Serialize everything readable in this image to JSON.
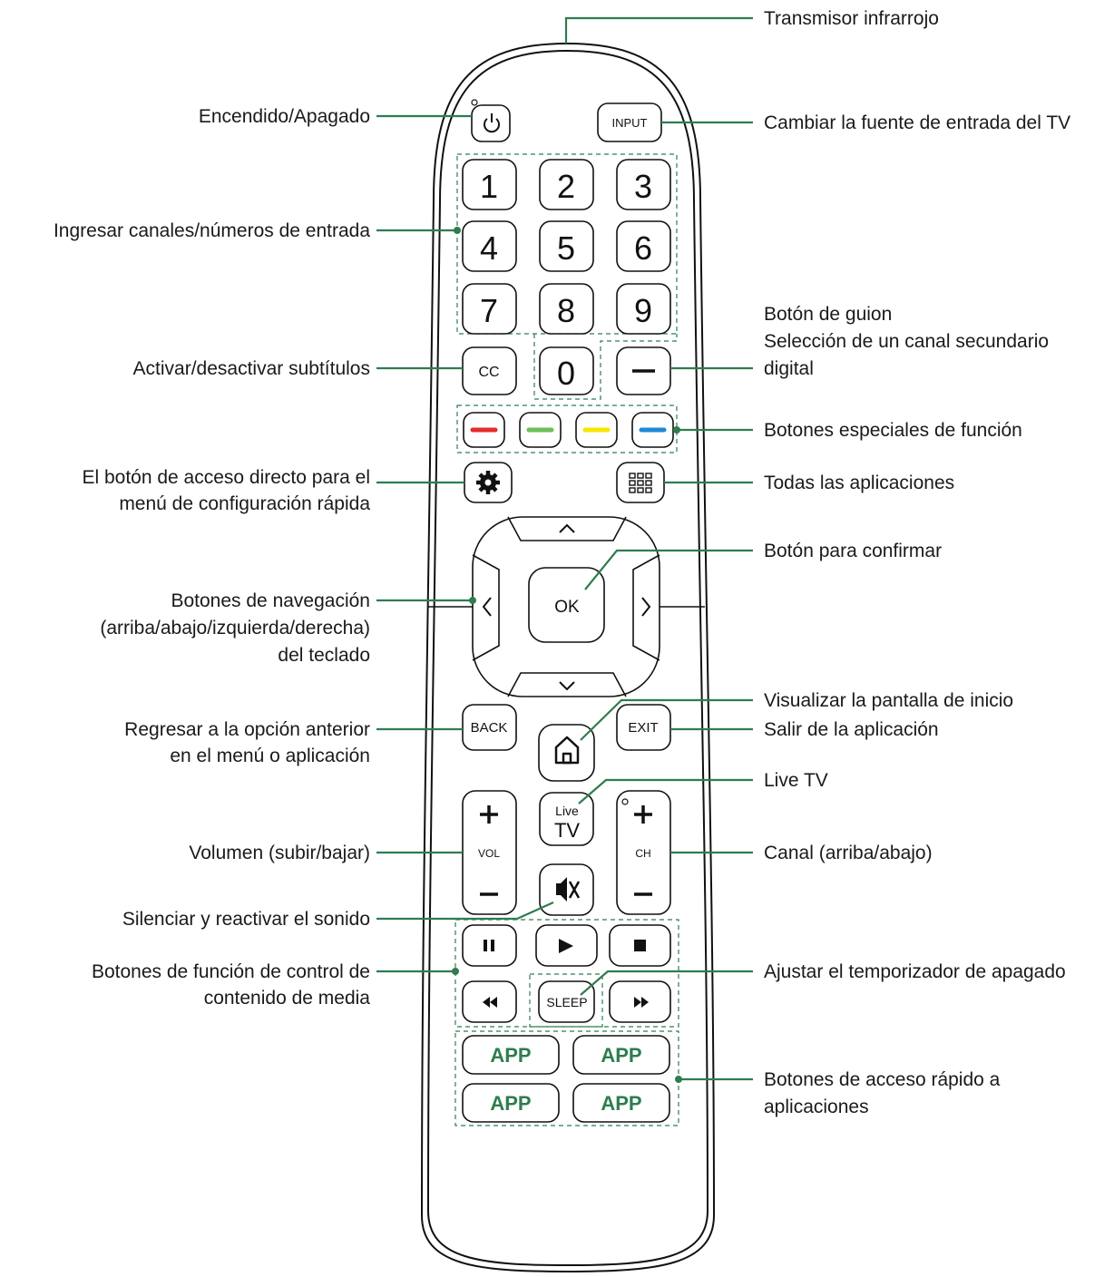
{
  "colors": {
    "leader": "#2e7d4f",
    "app_text": "#2e7d4f",
    "red": "#e32d2d",
    "green": "#6cbf5a",
    "yellow": "#f5e600",
    "blue": "#1e88d8"
  },
  "callouts": {
    "ir": "Transmisor infrarrojo",
    "power": "Encendido/Apagado",
    "input": "Cambiar la fuente de entrada del TV",
    "numbers": "Ingresar canales/números de entrada",
    "dash_lines": [
      "Botón de guion",
      "Selección de un canal secundario",
      "digital"
    ],
    "cc": "Activar/desactivar subtítulos",
    "color_keys": "Botones especiales de función",
    "settings_lines": [
      "El botón de acceso directo para el",
      "menú de configuración rápida"
    ],
    "all_apps": "Todas las aplicaciones",
    "ok": "Botón para confirmar",
    "nav_lines": [
      "Botones de navegación",
      "(arriba/abajo/izquierda/derecha)",
      "del teclado"
    ],
    "home": "Visualizar la pantalla de inicio",
    "back_lines": [
      "Regresar a la opción anterior",
      "en el menú o aplicación"
    ],
    "exit": "Salir de la aplicación",
    "live": "Live TV",
    "volume": "Volumen (subir/bajar)",
    "channel": "Canal (arriba/abajo)",
    "mute": "Silenciar y reactivar el sonido",
    "media_lines": [
      "Botones de función de control de",
      "contenido de media"
    ],
    "sleep": "Ajustar el temporizador de apagado",
    "apps_lines": [
      "Botones de acceso rápido a",
      "aplicaciones"
    ]
  },
  "keys": {
    "input": "INPUT",
    "digits": [
      "1",
      "2",
      "3",
      "4",
      "5",
      "6",
      "7",
      "8",
      "9"
    ],
    "zero": "0",
    "cc": "CC",
    "ok": "OK",
    "back": "BACK",
    "exit": "EXIT",
    "live_top": "Live",
    "live_bottom": "TV",
    "vol": "VOL",
    "ch": "CH",
    "sleep": "SLEEP",
    "app": [
      "APP",
      "APP",
      "APP",
      "APP"
    ]
  },
  "icons": [
    "power-icon",
    "settings-gear-icon",
    "all-apps-grid-icon",
    "chevron-up-icon",
    "chevron-down-icon",
    "chevron-left-icon",
    "chevron-right-icon",
    "home-icon",
    "mute-icon",
    "pause-icon",
    "play-icon",
    "stop-icon",
    "rewind-icon",
    "fast-forward-icon"
  ]
}
